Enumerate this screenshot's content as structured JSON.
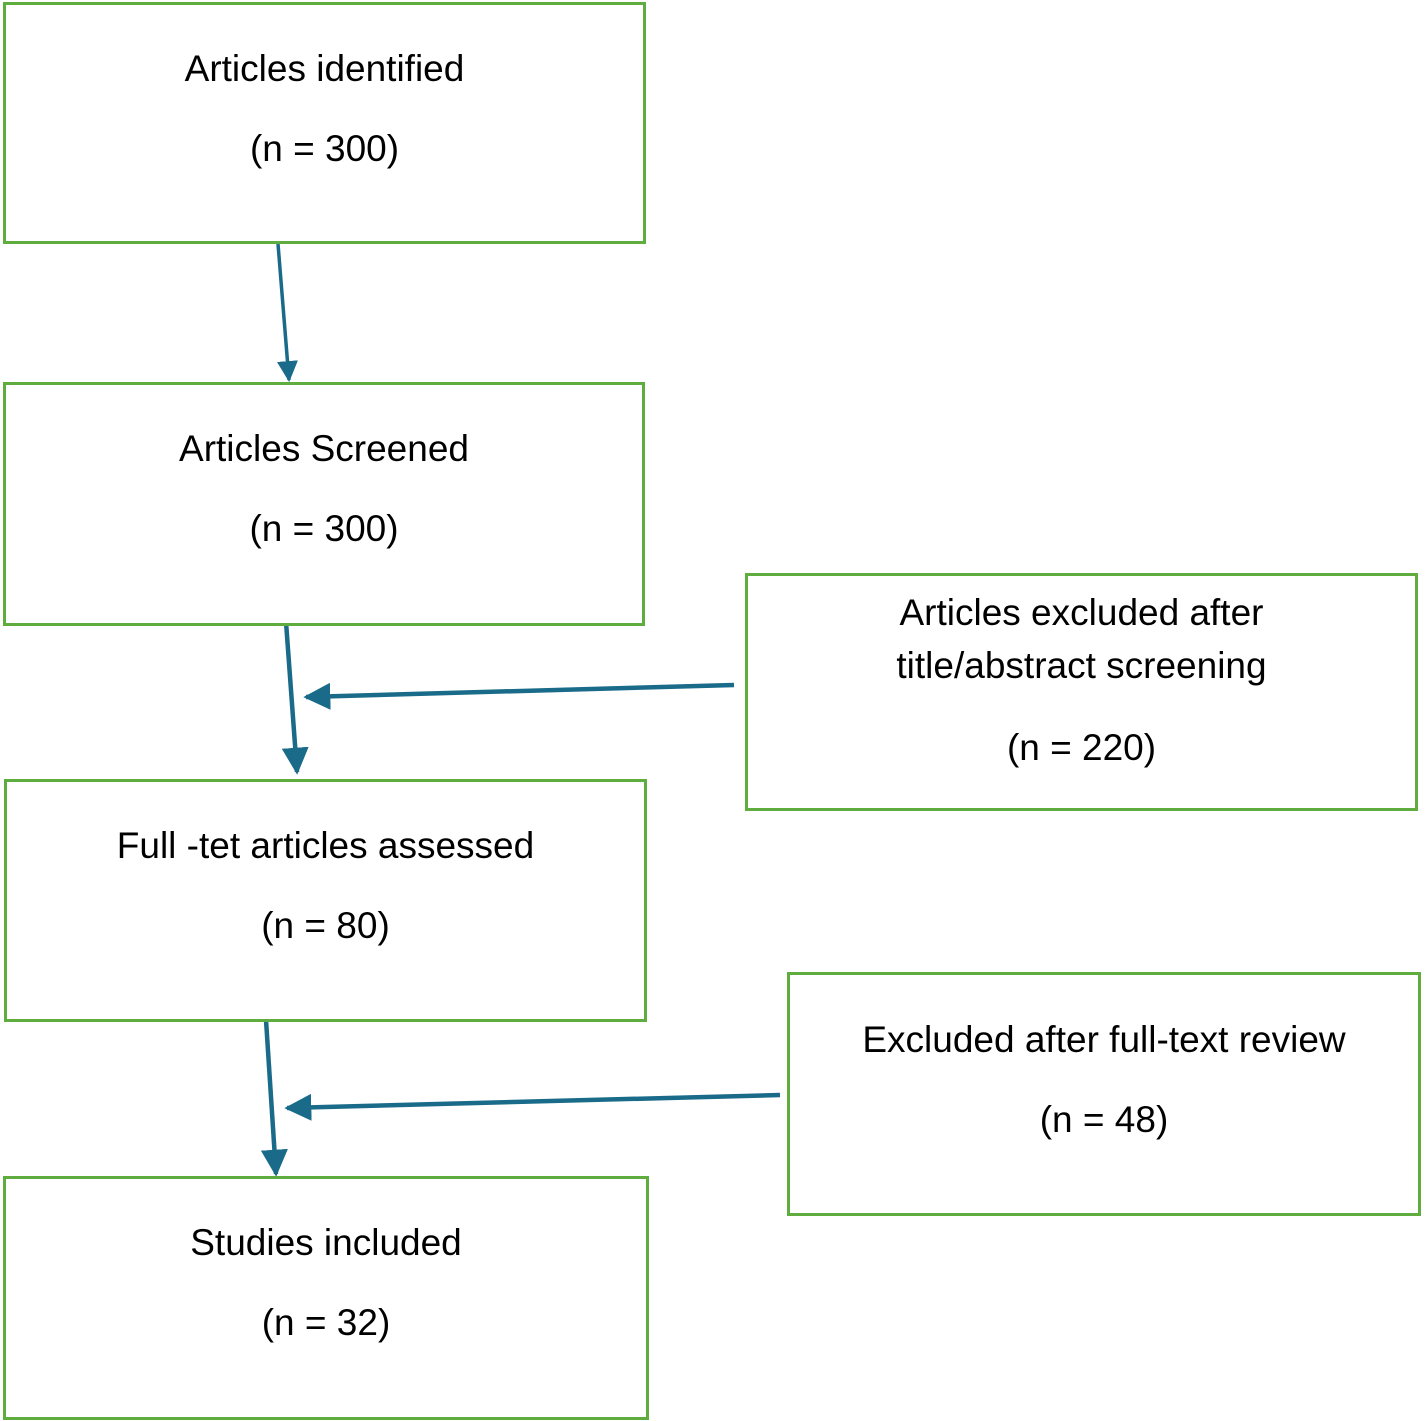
{
  "colors": {
    "box_border": "#5fad3e",
    "arrow": "#1a6a8a"
  },
  "boxes": {
    "identified": {
      "title": "Articles identified",
      "count": "(n = 300)"
    },
    "screened": {
      "title": "Articles Screened",
      "count": "(n = 300)"
    },
    "fulltext": {
      "title": "Full -tet articles assessed",
      "count": "(n = 80)"
    },
    "included": {
      "title": "Studies included",
      "count": "(n = 32)"
    },
    "excluded_abstract": {
      "title_line1": "Articles excluded after",
      "title_line2": "title/abstract screening",
      "count": "(n = 220)"
    },
    "excluded_fulltext": {
      "title": "Excluded after full-text review",
      "count": "(n = 48)"
    }
  }
}
